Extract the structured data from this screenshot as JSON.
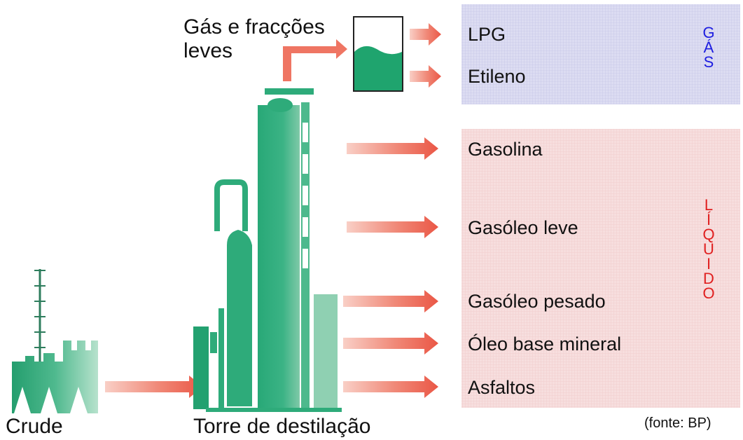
{
  "colors": {
    "gas_panel": "#dcdcf2",
    "liquid_panel": "#f7dede",
    "equipment": "#2eab7a",
    "equipment_light": "#8fd0b2",
    "arrow": "#ee6a5a",
    "arrow_light": "#f6b6aa",
    "gas_letters": "#1d1de0",
    "liquid_letters": "#e02020"
  },
  "labels": {
    "gas_fractions": "Gás e fracções leves",
    "crude": "Crude",
    "tower": "Torre de destilação",
    "source": "(fonte: BP)"
  },
  "gas_group": {
    "letters": [
      "G",
      "Á",
      "S"
    ],
    "products": [
      "LPG",
      "Etileno"
    ]
  },
  "liquid_group": {
    "letters": [
      "L",
      "Í",
      "Q",
      "U",
      "I",
      "D",
      "O"
    ],
    "products": [
      "Gasolina",
      "Gasóleo leve",
      "Gasóleo pesado",
      "Óleo base mineral",
      "Asfaltos"
    ]
  }
}
